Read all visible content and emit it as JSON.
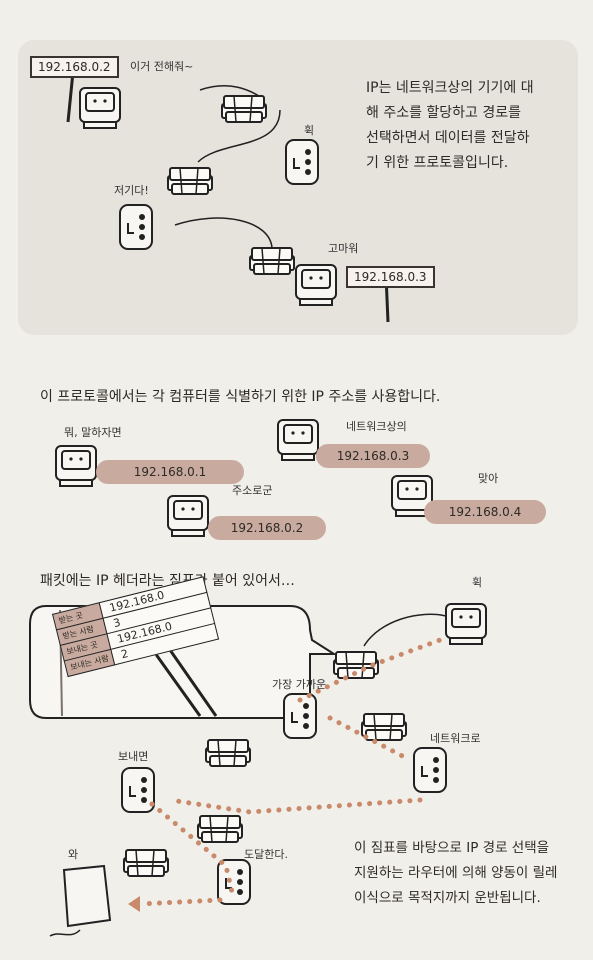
{
  "intro": {
    "lines": [
      "IP는 네트워크상의 기기에 대",
      "해 주소를 할당하고 경로를",
      "선택하면서 데이터를 전달하",
      "기 위한 프로토콜입니다."
    ]
  },
  "scene1": {
    "sign_top": "192.168.0.2",
    "say_send": "이거 전해줘~",
    "say_whoosh": "휙",
    "say_there": "저기다!",
    "say_thanks": "고마워",
    "sign_bottom": "192.168.0.3"
  },
  "address_sentence": "이 프로토콜에서는 각 컴퓨터를 식별하기 위한 IP 주소를 사용합니다.",
  "address_scene": {
    "pc1_say": "뭐, 말하자면",
    "pc1_ip": "192.168.0.1",
    "pc2_say": "주소로군",
    "pc2_ip": "192.168.0.2",
    "pc3_say": "네트워크상의",
    "pc3_ip": "192.168.0.3",
    "pc4_say": "맞아",
    "pc4_ip": "192.168.0.4"
  },
  "packet_sentence": "패킷에는 IP 헤더라는 짐표가 붙어 있어서…",
  "tag": {
    "rows": [
      {
        "label": "받는 곳",
        "value": "192.168.0"
      },
      {
        "label": "받는 사람",
        "value": "3"
      },
      {
        "label": "보내는 곳",
        "value": "192.168.0"
      },
      {
        "label": "보내는 사람",
        "value": "2"
      }
    ]
  },
  "route_scene": {
    "say_whoosh": "휙",
    "say_nearest": "가장 가까운",
    "say_to_network": "네트워크로",
    "say_send": "보내면",
    "say_wow": "와",
    "say_arrive": "도달한다."
  },
  "outro": {
    "lines": [
      "이 짐표를 바탕으로 IP 경로 선택을",
      "지원하는 라우터에 의해 양동이 릴레",
      "이식으로 목적지까지 운반됩니다."
    ]
  },
  "colors": {
    "page": "#f1efea",
    "panel": "#e6e3dd",
    "pill": "#c8aa9e",
    "route_dots": "#c98a6c",
    "ink": "#2c2926"
  },
  "icons": [
    "computer-character",
    "router-character",
    "parcel-stack",
    "signpost",
    "speech-bubble"
  ]
}
